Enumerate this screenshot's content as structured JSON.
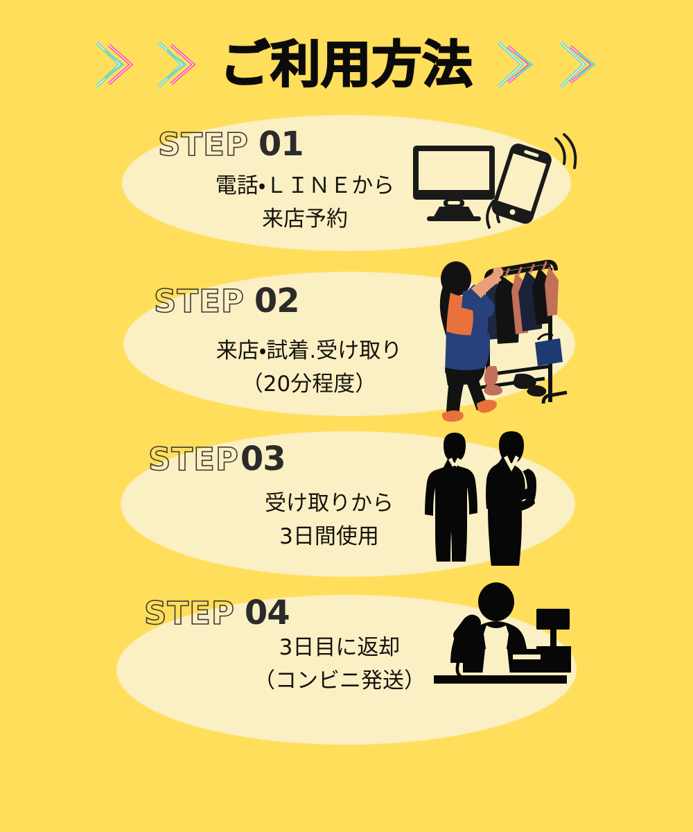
{
  "page": {
    "background_color": "#FFDE5C",
    "blob_color": "#FBF0C4",
    "title": "ご利用方法",
    "title_color": "#0B0B0B"
  },
  "decor": {
    "chevron_teal": "#6FD8C8",
    "chevron_pink": "#FF4FA3",
    "left_chevrons": [
      "chevron-right-icon",
      "chevron-right-icon"
    ],
    "right_chevrons": [
      "chevron-right-icon",
      "chevron-right-icon"
    ]
  },
  "steps": [
    {
      "label_word": "STEP",
      "label_number": "01",
      "lines": [
        "電話・ＬＩＮＥから",
        "来店予約"
      ],
      "art_name": "monitor-and-smartphone-illustration"
    },
    {
      "label_word": "STEP",
      "label_number": "02",
      "lines": [
        "来店・試着.受け取り",
        "（20分程度）"
      ],
      "art_name": "woman-at-clothing-rack-illustration"
    },
    {
      "label_word": "STEP",
      "label_number": "03",
      "lines": [
        "受け取りから",
        "3日間使用"
      ],
      "art_name": "business-couple-silhouette-illustration"
    },
    {
      "label_word": "STEP",
      "label_number": "04",
      "lines": [
        "3日目に返却",
        "（コンビニ発送）"
      ],
      "art_name": "convenience-store-clerk-illustration"
    }
  ]
}
